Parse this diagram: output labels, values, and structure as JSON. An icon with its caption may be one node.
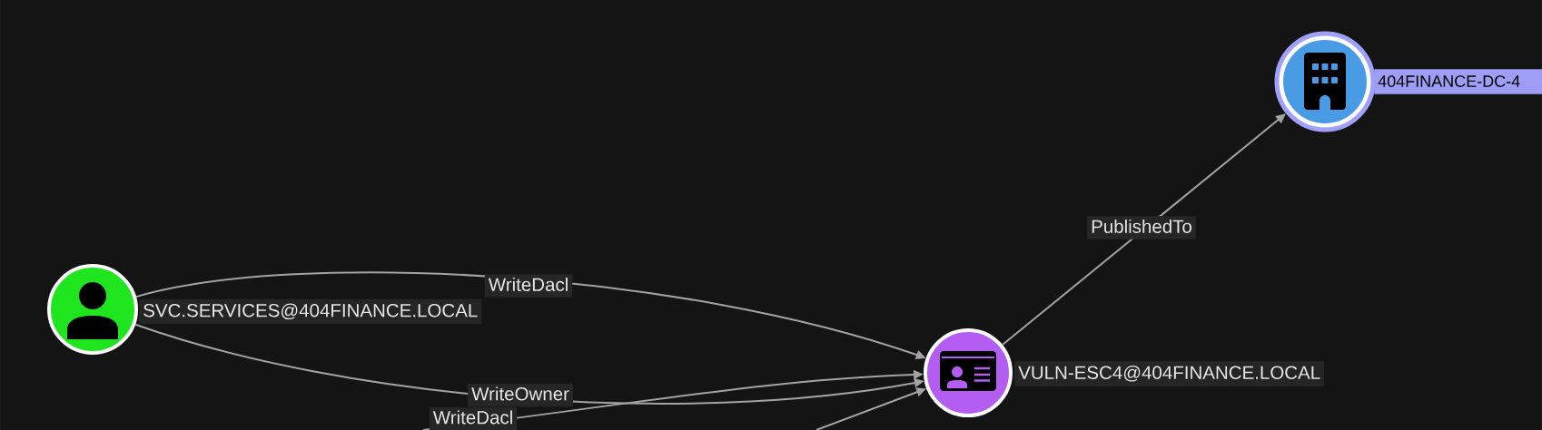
{
  "diagram": {
    "nodes": [
      {
        "text": [
          "SVC.SERVICES@404FINANCE.LOCAL"
        ]
      },
      {
        "text": [
          "VULN-ESC4@404FINANCE.LOCAL"
        ]
      },
      {
        "text": [
          "404FINANCE-DC-4"
        ]
      }
    ],
    "edges": [
      {
        "from": 0,
        "to": 1,
        "arrow": "to",
        "label": "WriteDacl"
      },
      {
        "from": 0,
        "to": 1,
        "arrow": "to",
        "label": "WriteOwner"
      },
      {
        "from": null,
        "to": 1,
        "arrow": "to",
        "label": "WriteDacl"
      },
      {
        "from": null,
        "to": 1,
        "arrow": "to"
      },
      {
        "from": 1,
        "to": 2,
        "arrow": "to",
        "label": "PublishedTo"
      }
    ]
  }
}
